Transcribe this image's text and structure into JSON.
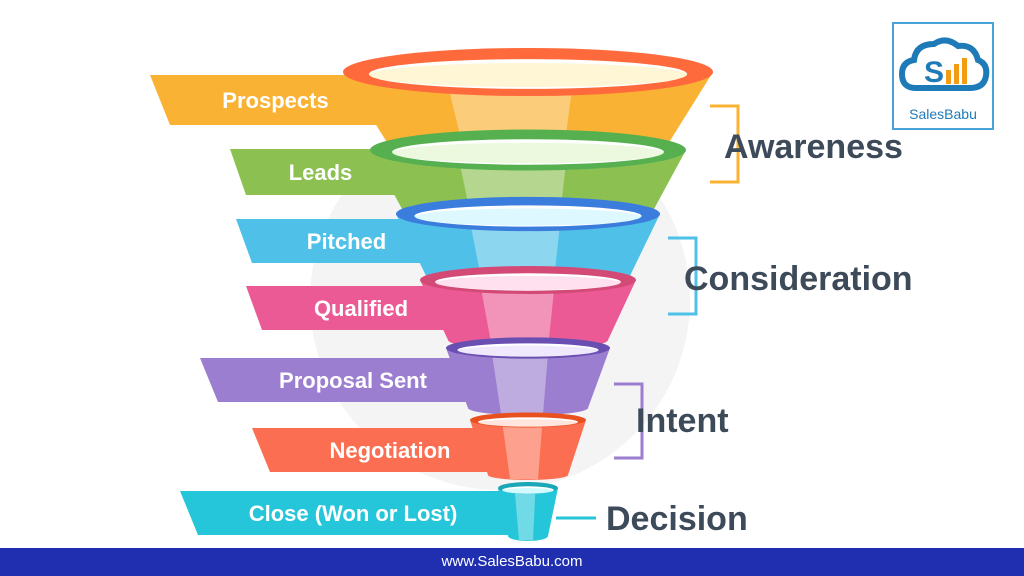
{
  "stages": [
    {
      "label": "Prospects",
      "color": "#f9b233",
      "rim": "#ff6a3c"
    },
    {
      "label": "Leads",
      "color": "#8cc152",
      "rim": "#56b050"
    },
    {
      "label": "Pitched",
      "color": "#4fc1e9",
      "rim": "#3b7ddd"
    },
    {
      "label": "Qualified",
      "color": "#ec5a95",
      "rim": "#d44a76"
    },
    {
      "label": "Proposal Sent",
      "color": "#9b7ed0",
      "rim": "#6a4fb2"
    },
    {
      "label": "Negotiation",
      "color": "#fc6e51",
      "rim": "#e8501f"
    },
    {
      "label": "Close (Won or Lost)",
      "color": "#26c6da",
      "rim": "#1aa7b8"
    }
  ],
  "phases": [
    {
      "label": "Awareness"
    },
    {
      "label": "Consideration"
    },
    {
      "label": "Intent"
    },
    {
      "label": "Decision"
    }
  ],
  "logo": {
    "text": "SalesBabu"
  },
  "footer": {
    "url": "www.SalesBabu.com"
  },
  "colors": {
    "bracket": "#3d4a59",
    "footer": "#1f2fb0"
  }
}
